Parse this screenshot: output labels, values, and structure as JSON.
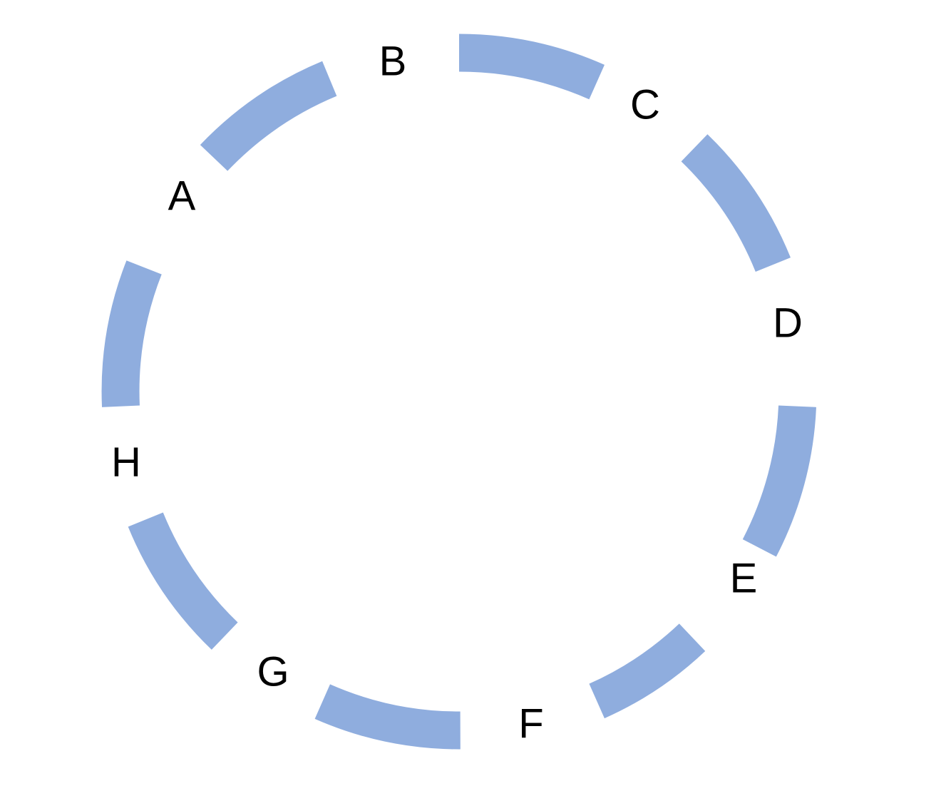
{
  "diagram": {
    "type": "cycle",
    "segment_color": "#8FADDE",
    "label_color": "#000000",
    "nodes": [
      {
        "id": "A",
        "label": "A"
      },
      {
        "id": "B",
        "label": "B"
      },
      {
        "id": "C",
        "label": "C"
      },
      {
        "id": "D",
        "label": "D"
      },
      {
        "id": "E",
        "label": "E"
      },
      {
        "id": "F",
        "label": "F"
      },
      {
        "id": "G",
        "label": "G"
      },
      {
        "id": "H",
        "label": "H"
      }
    ],
    "edges": [
      {
        "from": "A",
        "to": "B"
      },
      {
        "from": "B",
        "to": "C"
      },
      {
        "from": "C",
        "to": "D"
      },
      {
        "from": "D",
        "to": "E"
      },
      {
        "from": "E",
        "to": "F"
      },
      {
        "from": "F",
        "to": "G"
      },
      {
        "from": "G",
        "to": "H"
      },
      {
        "from": "H",
        "to": "A"
      }
    ]
  }
}
